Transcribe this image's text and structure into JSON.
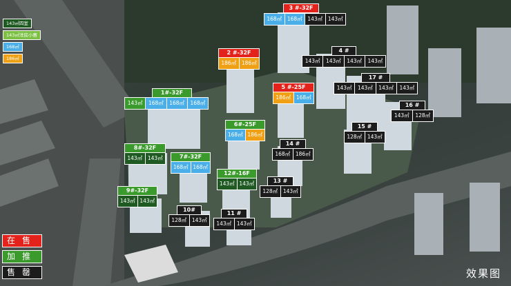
{
  "key_colors": {
    "red": "#e3231b",
    "green": "#3a9a2c",
    "dark_green": "#1f5a22",
    "black": "#1c1c1c",
    "blue": "#4aaee8",
    "orange": "#f0a014",
    "light_green": "#7bc043"
  },
  "unit_key": [
    {
      "label": "143㎡四室"
    },
    {
      "label": "143㎡洋房小赛"
    },
    {
      "label": "168㎡"
    },
    {
      "label": "186㎡"
    }
  ],
  "buildings": [
    {
      "title": "3 #-32F",
      "units": [
        "168㎡",
        "168㎡",
        "143㎡",
        "143㎡"
      ]
    },
    {
      "title": "2 #-32F",
      "units": [
        "186㎡",
        "186㎡"
      ]
    },
    {
      "title": "4 #",
      "units": [
        "143㎡",
        "143㎡",
        "143㎡",
        "143㎡"
      ]
    },
    {
      "title": "17 #",
      "units": [
        "143㎡",
        "143㎡",
        "143㎡",
        "143㎡"
      ]
    },
    {
      "title": "5 #-25F",
      "units": [
        "186㎡",
        "168㎡"
      ]
    },
    {
      "title": "1#-32F",
      "units": [
        "143㎡",
        "168㎡",
        "168㎡",
        "168㎡"
      ]
    },
    {
      "title": "16 #",
      "units": [
        "143㎡",
        "128㎡"
      ]
    },
    {
      "title": "6#-25F",
      "units": [
        "168㎡",
        "186㎡"
      ]
    },
    {
      "title": "15 #",
      "units": [
        "128㎡",
        "143㎡"
      ]
    },
    {
      "title": "14 #",
      "units": [
        "168㎡",
        "186㎡"
      ]
    },
    {
      "title": "8#-32F",
      "units": [
        "143㎡",
        "143㎡"
      ]
    },
    {
      "title": "7#-32F",
      "units": [
        "168㎡",
        "168㎡"
      ]
    },
    {
      "title": "12#-16F",
      "units": [
        "143㎡",
        "143㎡"
      ]
    },
    {
      "title": "13 #",
      "units": [
        "128㎡",
        "143㎡"
      ]
    },
    {
      "title": "9#-32F",
      "units": [
        "143㎡",
        "143㎡"
      ]
    },
    {
      "title": "10#",
      "units": [
        "128㎡",
        "143㎡"
      ]
    },
    {
      "title": "11 #",
      "units": [
        "143㎡",
        "143㎡"
      ]
    }
  ],
  "legend": {
    "on_sale": "在售",
    "added": "加推",
    "sold_out": "售罄"
  },
  "caption": "效果图"
}
